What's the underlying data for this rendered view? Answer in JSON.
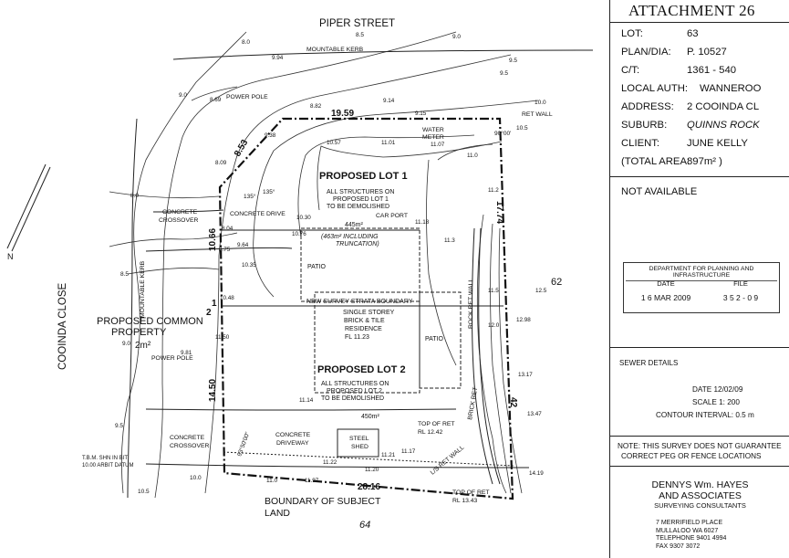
{
  "attachment": "ATTACHMENT 26",
  "details": [
    {
      "key": "LOT:",
      "value": "63"
    },
    {
      "key": "PLAN/DIA:",
      "value": "P. 10527"
    },
    {
      "key": "C/T:",
      "value": "1361 - 540"
    },
    {
      "key": "LOCAL AUTH:",
      "value": "WANNEROO"
    },
    {
      "key": "ADDRESS:",
      "value": "2 COOINDA CL"
    },
    {
      "key": "SUBURB:",
      "value": "QUINNS ROCK"
    },
    {
      "key": "CLIENT:",
      "value": "JUNE KELLY"
    },
    {
      "key": "(TOTAL AREA:",
      "value": "897m² )"
    }
  ],
  "not_available": "NOT AVAILABLE",
  "stamp": {
    "title": "DEPARTMENT FOR PLANNING AND INFRASTRUCTURE",
    "date_label": "DATE",
    "file_label": "FILE",
    "date_value": "1 6 MAR 2009",
    "file_value": "3 5 2 - 0 9"
  },
  "sewer": "SEWER DETAILS",
  "meta": {
    "date": "DATE  12/02/09",
    "scale": "SCALE 1:  200",
    "contour": "CONTOUR INTERVAL:  0.5  m"
  },
  "notice": [
    "NOTE: THIS SURVEY DOES NOT GUARANTEE",
    "CORRECT PEG OR FENCE LOCATIONS"
  ],
  "firm": {
    "name1": "DENNYS Wm. HAYES",
    "name2": "AND ASSOCIATES",
    "tagline": "SURVEYING CONSULTANTS",
    "address": [
      "7 MERRIFIELD PLACE",
      "MULLALOO  WA  6027",
      "TELEPHONE 9401 4994",
      "FAX     9307 3072"
    ]
  },
  "plan": {
    "street_top": "PIPER   STREET",
    "street_left": "COOINDA   CLOSE",
    "north": "N",
    "lot62": "62",
    "lot64": "64",
    "mountable_kerb": "MOUNTABLE KERB",
    "mountable_kerb_left": "MOUNTABLE KERB",
    "power_pole_1": "POWER POLE",
    "power_pole_2": "POWER POLE",
    "ret_wall": "RET WALL",
    "water_meter": [
      "WATER",
      "METER"
    ],
    "concrete_crossover_1": [
      "CONCRETE",
      "CROSSOVER"
    ],
    "concrete_drive": "CONCRETE DRIVE",
    "concrete_crossover_2": [
      "CONCRETE",
      "CROSSOVER"
    ],
    "concrete_driveway": [
      "CONCRETE",
      "DRIVEWAY"
    ],
    "steel_shed": [
      "STEEL",
      "SHED"
    ],
    "car_port": "CAR PORT",
    "lot1_title": "PROPOSED LOT 1",
    "lot1_text": [
      "ALL STRUCTURES ON",
      "PROPOSED LOT 1",
      "TO BE DEMOLISHED"
    ],
    "lot1_area": "445m²",
    "lot1_incl": [
      "(463m² INCLUDING",
      "TRUNCATION)"
    ],
    "patio_1": "PATIO",
    "patio_2": "PATIO",
    "strata_boundary": "NEW SURVEY STRATA BOUNDARY",
    "residence": [
      "SINGLE STOREY",
      "BRICK & TILE",
      "RESIDENCE",
      "FL 11.23"
    ],
    "common_property": [
      "PROPOSED COMMON",
      "PROPERTY"
    ],
    "common_area": "2m²",
    "lot2_title": "PROPOSED LOT 2",
    "lot2_text": [
      "ALL STRUCTURES ON",
      "PROPOSED LOT 2",
      "TO BE DEMOLISHED"
    ],
    "lot2_area": "450m²",
    "top_ret_1": [
      "TOP OF RET",
      "RL 12.42"
    ],
    "top_ret_2": [
      "TOP OF RET",
      "RL 13.43"
    ],
    "brick_ret": "BRICK RET",
    "rock_ret_wall": "ROCK RET WALL",
    "ls_ret_wall": "L/S RET WALL",
    "tbm": [
      "T.B.M. SHN IN BIT",
      "10.00 ARBIT DATUM"
    ],
    "boundary_label": [
      "BOUNDARY OF SUBJECT",
      "LAND"
    ],
    "dims": {
      "top": "19.59",
      "bottom": "28.16",
      "right": "17.74",
      "right_lower": "42",
      "left_top": "8.53",
      "left_mid": "10.66",
      "left_low": "14.50",
      "left_2": "2",
      "left_1": "1"
    },
    "angles": {
      "a1": "135°",
      "a2": "135°",
      "a3": "90°00'",
      "a4": "93°50'00\""
    },
    "spot_levels": [
      "8.82",
      "9.14",
      "9.15",
      "9.38",
      "9.64",
      "10.30",
      "10.35",
      "10.57",
      "10.76",
      "11.01",
      "11.07",
      "11.0",
      "11.14",
      "11.17",
      "11.18",
      "11.2",
      "11.3",
      "11.5",
      "12.0",
      "12.5",
      "12.98",
      "13.17",
      "13.47",
      "14.19",
      "11.97",
      "11.22",
      "11.20",
      "11.21",
      "9.81",
      "11.50",
      "10.48",
      "8.04",
      "8.09",
      "8.75",
      "8.69",
      "9.94"
    ],
    "contour_labels": [
      "8.0",
      "8.5",
      "9.0",
      "9.5",
      "9.0",
      "9.5",
      "10.0",
      "10.5",
      "8.0",
      "8.5",
      "9.0",
      "9.5",
      "10.0",
      "10.5",
      "11.0"
    ]
  }
}
